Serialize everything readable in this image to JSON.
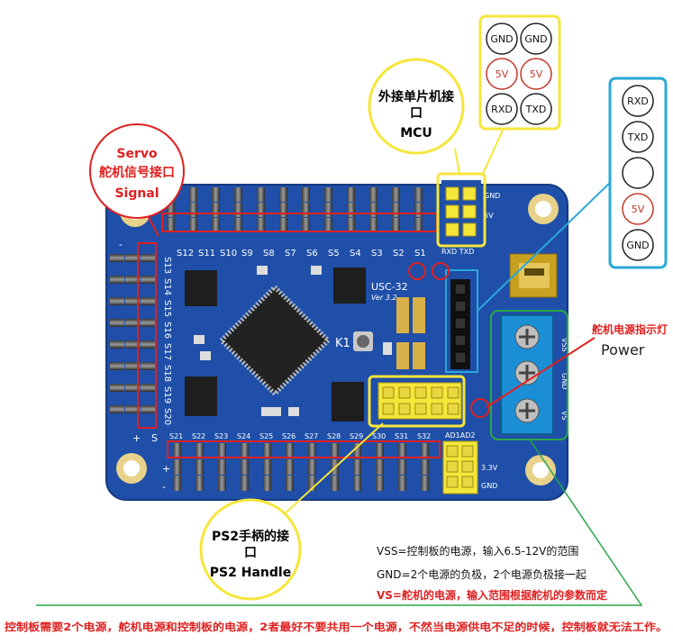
{
  "servo": {
    "title": "Servo",
    "cn": "舵机信号接口",
    "signal": "Signal"
  },
  "mcu": {
    "cn_line1": "外接单片机接",
    "cn_line2": "口",
    "en": "MCU"
  },
  "ps2": {
    "cn_line1": "PS2手柄的接",
    "cn_line2": "口",
    "en": "PS2 Handle"
  },
  "power": {
    "cn": "舵机电源指示灯",
    "en": "Power"
  },
  "mcu_pins": [
    "GND",
    "GND",
    "5V",
    "5V",
    "RXD",
    "TXD"
  ],
  "side_pins": [
    "RXD",
    "TXD",
    "",
    "5V",
    "GND"
  ],
  "colors": {
    "board_blue": "#1f4fa8",
    "yellow": "#f5e63a",
    "red": "#e02020",
    "cyan": "#29a8d8",
    "green": "#2aa84a",
    "terminal_blue": "#1a8fd6"
  },
  "board": {
    "top_labels": [
      "S12",
      "S11",
      "S10",
      "S9",
      "S8",
      "S7",
      "S6",
      "S5",
      "S4",
      "S3",
      "S2",
      "S1"
    ],
    "left_labels": [
      "S13",
      "S14",
      "S15",
      "S16",
      "S17",
      "S18",
      "S19",
      "S20"
    ],
    "bottom_labels": [
      "S21",
      "S22",
      "S23",
      "S24",
      "S25",
      "S26",
      "S27",
      "S28",
      "S29",
      "S30",
      "S31",
      "S32"
    ],
    "chip_name": "USC-32",
    "chip_ver": "Ver 3.2",
    "key": "K1",
    "pin_gnd": "GND",
    "pin_5v": "5V",
    "pin_rxd_txd": "RXD TXD",
    "pin_3v3": "3.3V",
    "pin_gnd2": "GND",
    "pin_ad": "AD1AD2",
    "vss": "VSS",
    "gnd": "GND",
    "vs": "VS",
    "minus": "-",
    "plus": "+",
    "s": "S"
  },
  "notes": {
    "vss": "VSS=控制板的电源，输入6.5-12V的范围",
    "gnd": "GND=2个电源的负极，2个电源负极接一起",
    "vs": "VS=舵机的电源，输入范围根据舵机的参数而定"
  },
  "footer": "控制板需要2个电源，舵机电源和控制板的电源，2者最好不要共用一个电源，不然当电源供电不足的时候，控制板就无法工作。"
}
